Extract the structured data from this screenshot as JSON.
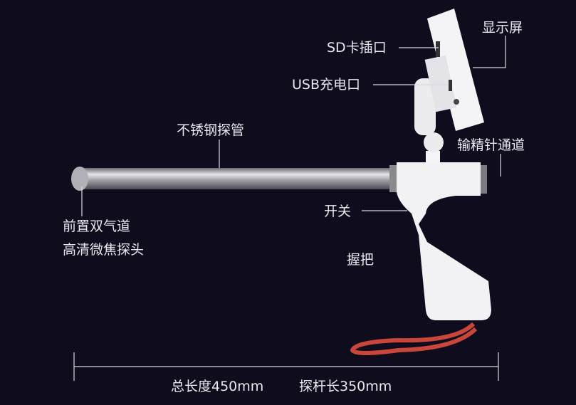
{
  "labels": {
    "display": "显示屏",
    "sd_slot": "SD卡插口",
    "usb_port": "USB充电口",
    "steel_tube": "不锈钢探管",
    "semen_channel": "输精针通道",
    "switch": "开关",
    "grip": "握把",
    "probe_line1": "前置双气道",
    "probe_line2": "高清微焦探头"
  },
  "dimensions": {
    "total_length": "总长度450mm",
    "probe_length": "探杆长350mm"
  },
  "colors": {
    "background": "#0f0c1d",
    "device": "#f2f2f4",
    "strap": "#c8463a"
  }
}
